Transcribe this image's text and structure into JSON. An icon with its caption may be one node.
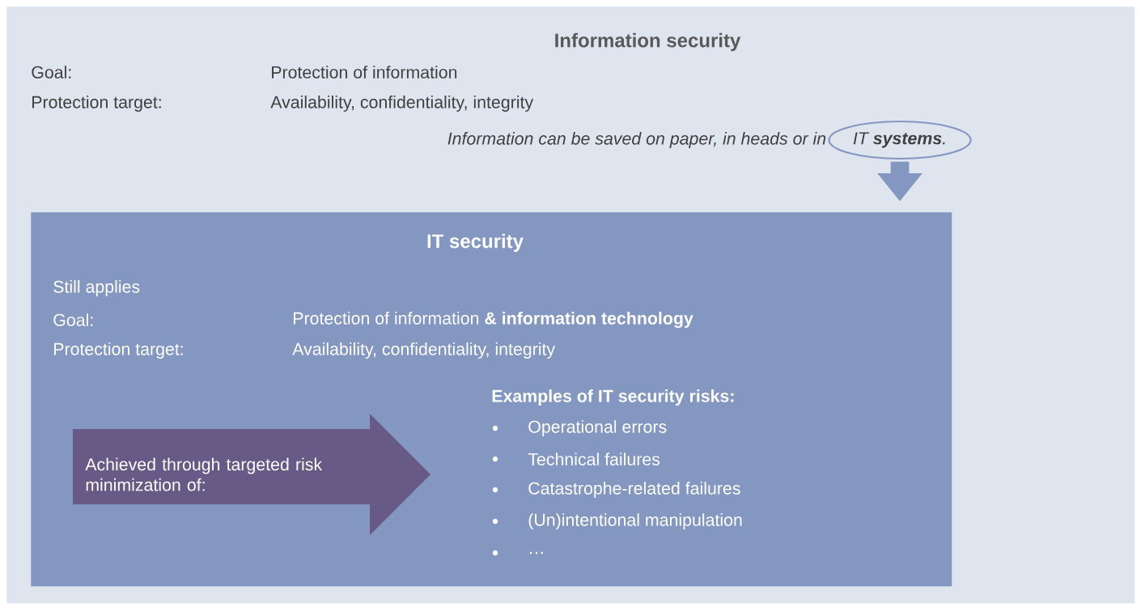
{
  "diagram": {
    "nodes": [
      {
        "text": [
          "Information security"
        ]
      },
      {
        "text": [
          "IT **systems**."
        ],
        "beside": [
          "Information can be saved on paper, in heads or in"
        ],
        "in": 0
      },
      {
        "text": [
          "IT security"
        ],
        "in": 0
      },
      {
        "text": [
          "Achieved through targeted risk minimization of:"
        ],
        "in": 2
      }
    ],
    "edges": [
      {
        "from": 1,
        "to": 2,
        "arrow": "to"
      }
    ],
    "labels": [
      "Goal:",
      "Protection of information",
      "Protection target:",
      "Availability, confidentiality, integrity",
      "Still applies",
      "Goal:",
      "Protection of information **& information technology**",
      "Protection target:",
      "Availability, confidentiality, integrity",
      "Examples of IT security risks:",
      "Operational errors",
      "Technical failures",
      "Catastrophe-related failures",
      "(Un)intentional manipulation",
      "…"
    ]
  }
}
